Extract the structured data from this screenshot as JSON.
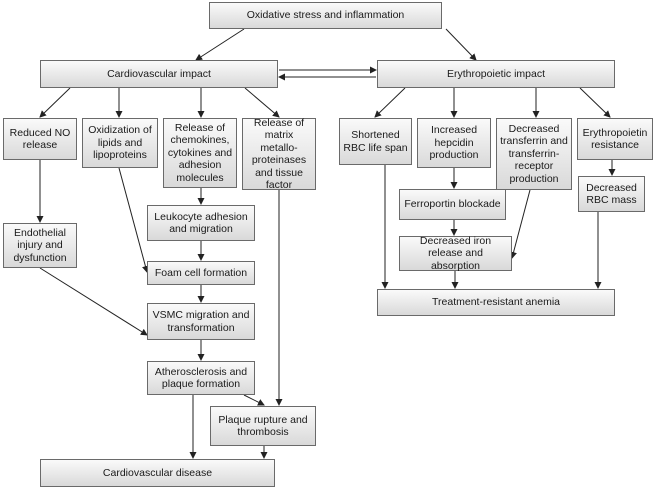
{
  "nodes": {
    "oxidative_stress": "Oxidative stress and inflammation",
    "cardiovascular_impact": "Cardiovascular impact",
    "erythropoietic_impact": "Erythropoietic impact",
    "reduced_no": "Reduced NO release",
    "oxidization": "Oxidization of lipids and lipoproteins",
    "chemokines": "Release of chemokines, cytokines and adhesion molecules",
    "matrix_mmp": "Release of matrix metallo-proteinases and tissue factor",
    "endothelial": "Endothelial injury and dysfunction",
    "leukocyte": "Leukocyte adhesion and migration",
    "foam_cell": "Foam cell formation",
    "vsmc": "VSMC migration and transformation",
    "atherosclerosis": "Atherosclerosis and plaque formation",
    "plaque_rupture": "Plaque rupture and thrombosis",
    "cvd": "Cardiovascular disease",
    "shortened_rbc": "Shortened RBC life span",
    "hepcidin": "Increased hepcidin production",
    "transferrin": "Decreased transferrin and transferrin-receptor production",
    "epo_resistance": "Erythropoietin resistance",
    "ferroportin": "Ferroportin blockade",
    "decreased_rbc": "Decreased RBC mass",
    "iron_release": "Decreased iron release and absorption",
    "anemia": "Treatment-resistant anemia"
  }
}
